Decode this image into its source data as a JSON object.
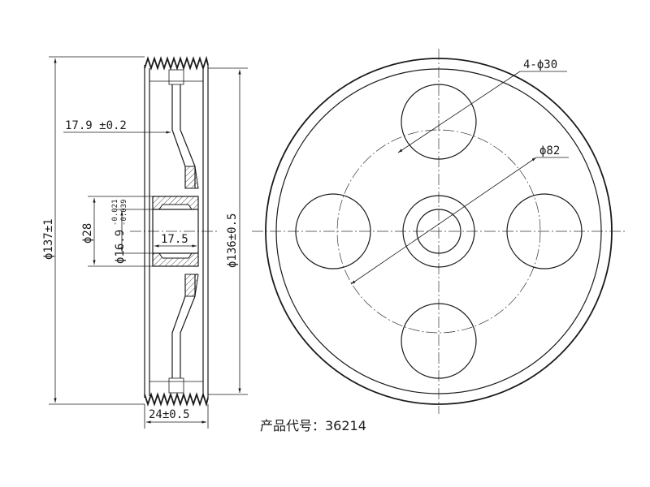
{
  "dimensions": {
    "outer_diameter": "ϕ137±1",
    "groove_diameter": "ϕ136±0.5",
    "hub_outer": "ϕ28",
    "bore_base": "ϕ16.9",
    "bore_tol_upper": "-0.021",
    "bore_tol_lower": "-0.039",
    "hub_width": "17.5",
    "offset": "17.9 ±0.2",
    "total_width": "24±0.5",
    "holes": "4-ϕ30",
    "pitch_circle": "ϕ82"
  },
  "caption": {
    "label": "产品代号：36214"
  }
}
